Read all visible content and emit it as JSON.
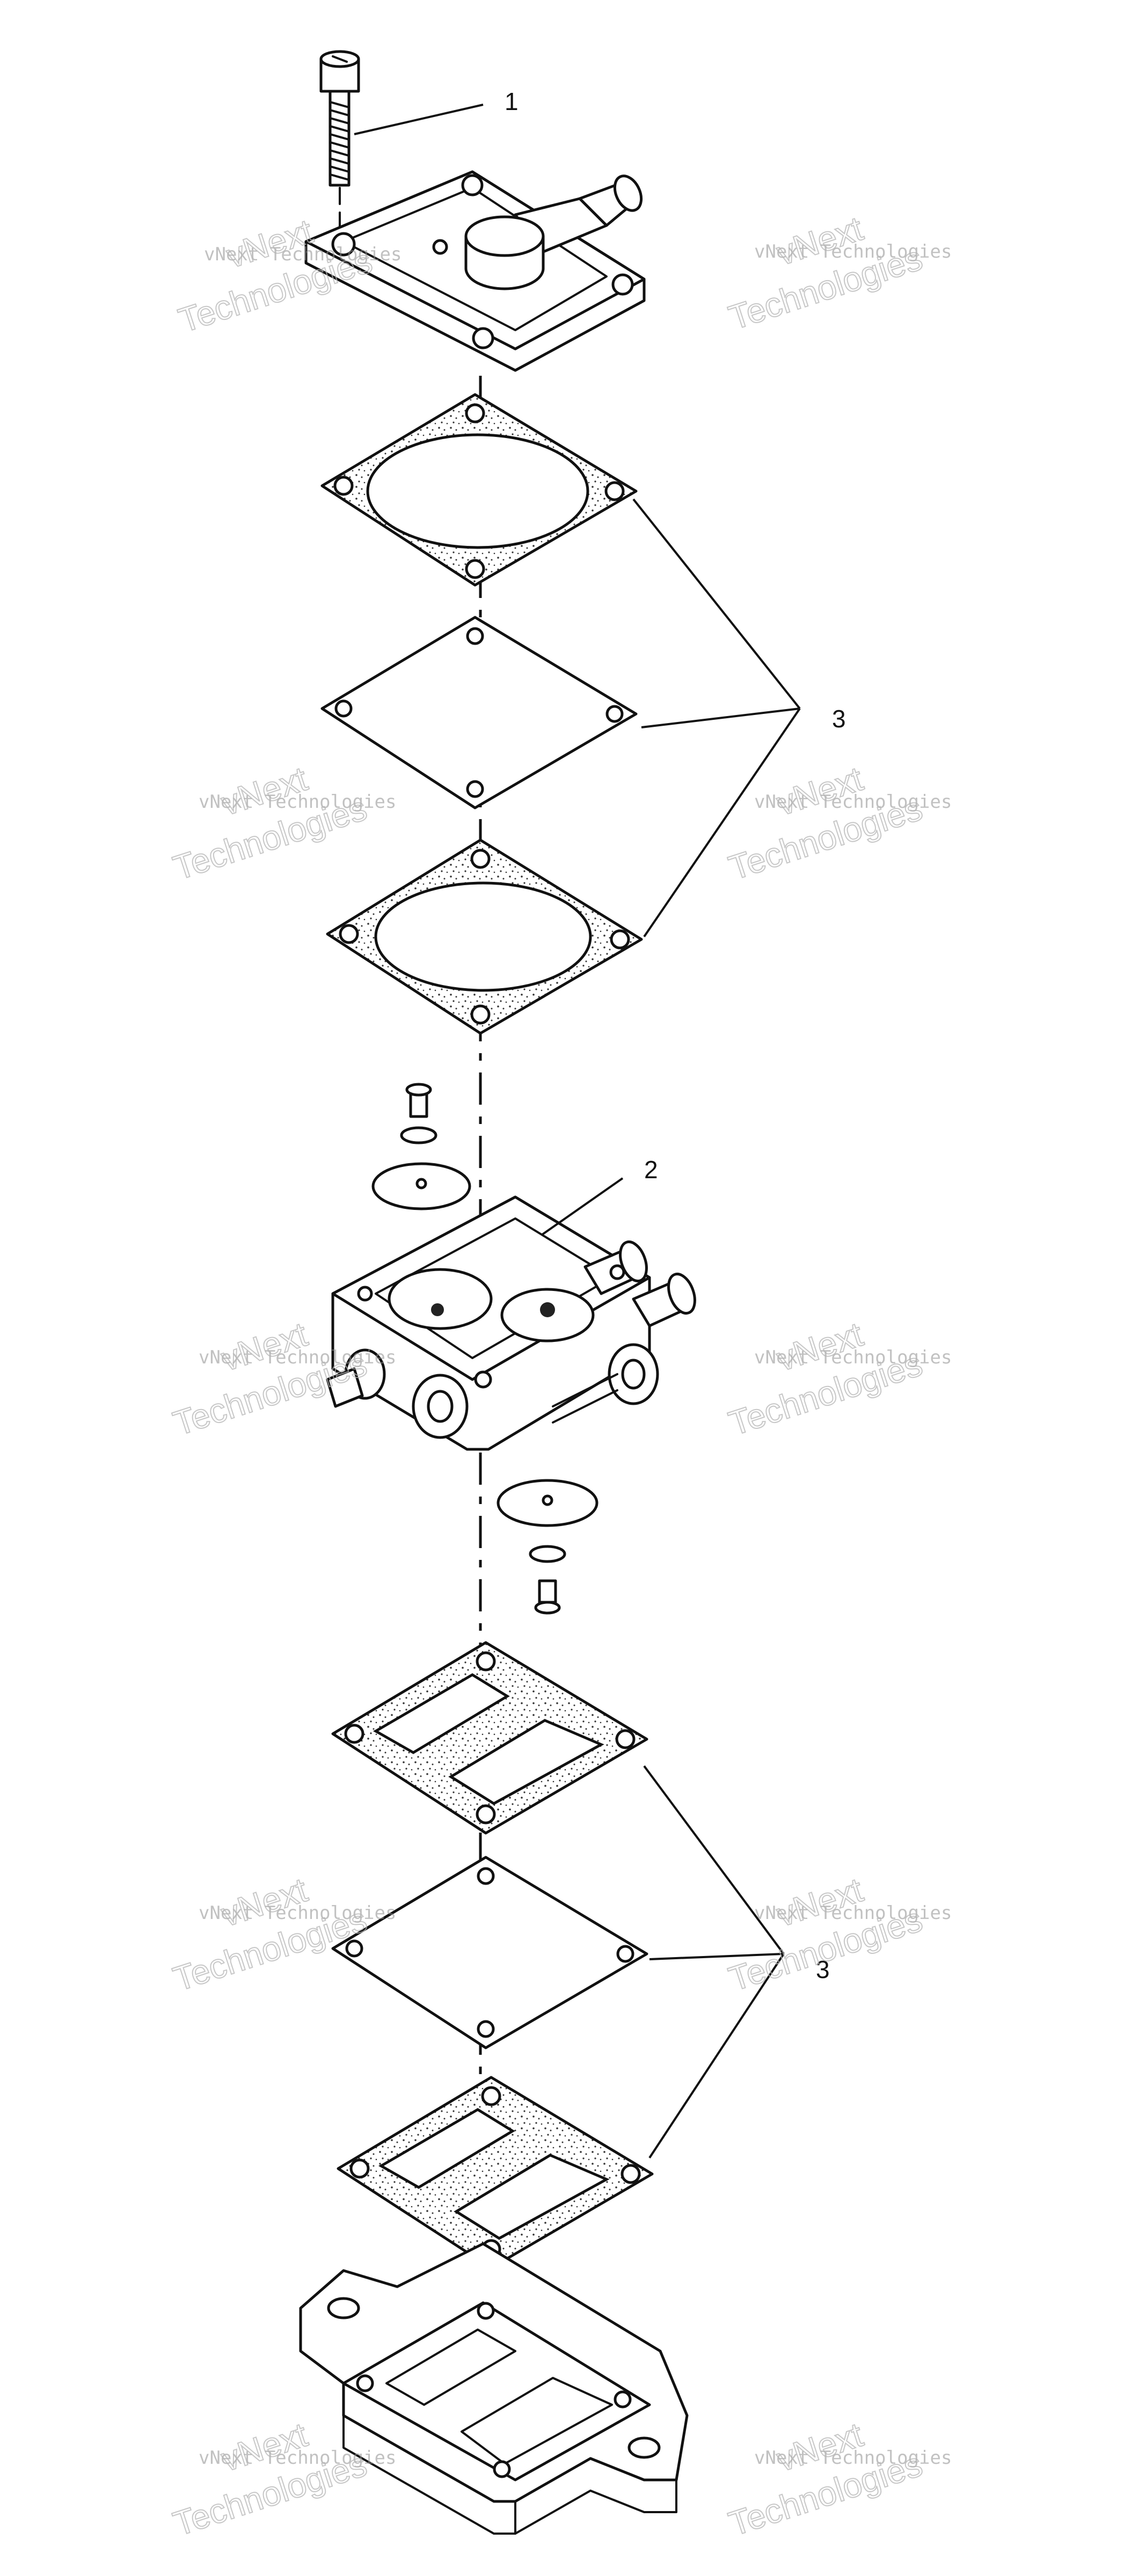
{
  "callouts": {
    "c1": "1",
    "c2": "2",
    "c3_upper": "3",
    "c3_lower": "3"
  },
  "watermark": {
    "line1": "vNext Technologies",
    "big_top": "vNext",
    "big_bottom": "Technologies"
  },
  "colors": {
    "ink": "#111111",
    "watermark": "#8f8f8f"
  }
}
